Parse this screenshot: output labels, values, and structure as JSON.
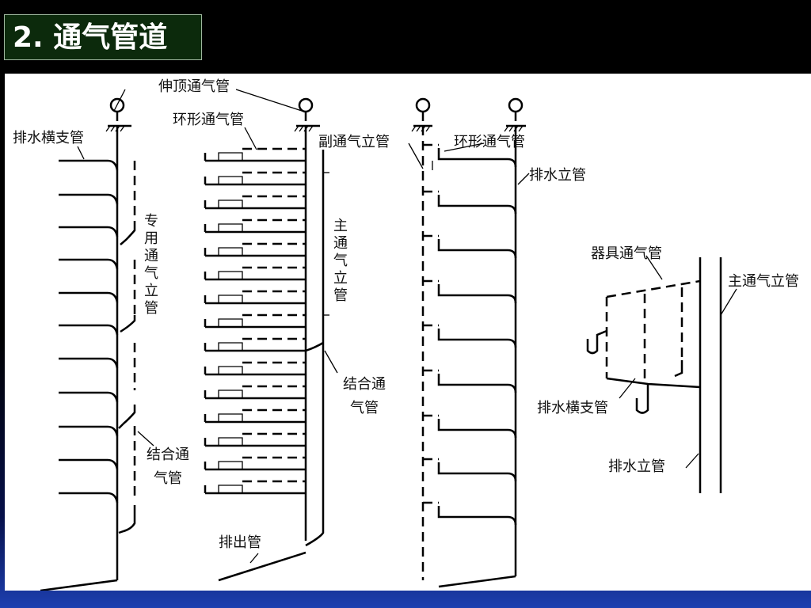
{
  "title": "2. 通气管道",
  "labels": {
    "stack_vent": "伸顶通气管",
    "drain_branch_1": "排水横支管",
    "loop_vent_1": "环形通气管",
    "aux_vent_stack": "副通气立管",
    "loop_vent_2": "环形通气管",
    "drain_stack_1": "排水立管",
    "dedicated_vent_stack": "专用通气立管",
    "main_vent_stack_1": "主通气立管",
    "yoke_vent_1": "结合通气管",
    "yoke_vent_2": "结合通气管",
    "building_drain": "排出管",
    "fixture_vent": "器具通气管",
    "main_vent_stack_2": "主通气立管",
    "drain_branch_2": "排水横支管",
    "drain_stack_2": "排水立管"
  },
  "colors": {
    "background": "#000000",
    "title_box": "#0c2a0c",
    "diagram_background": "#ffffff",
    "line": "#000000"
  }
}
